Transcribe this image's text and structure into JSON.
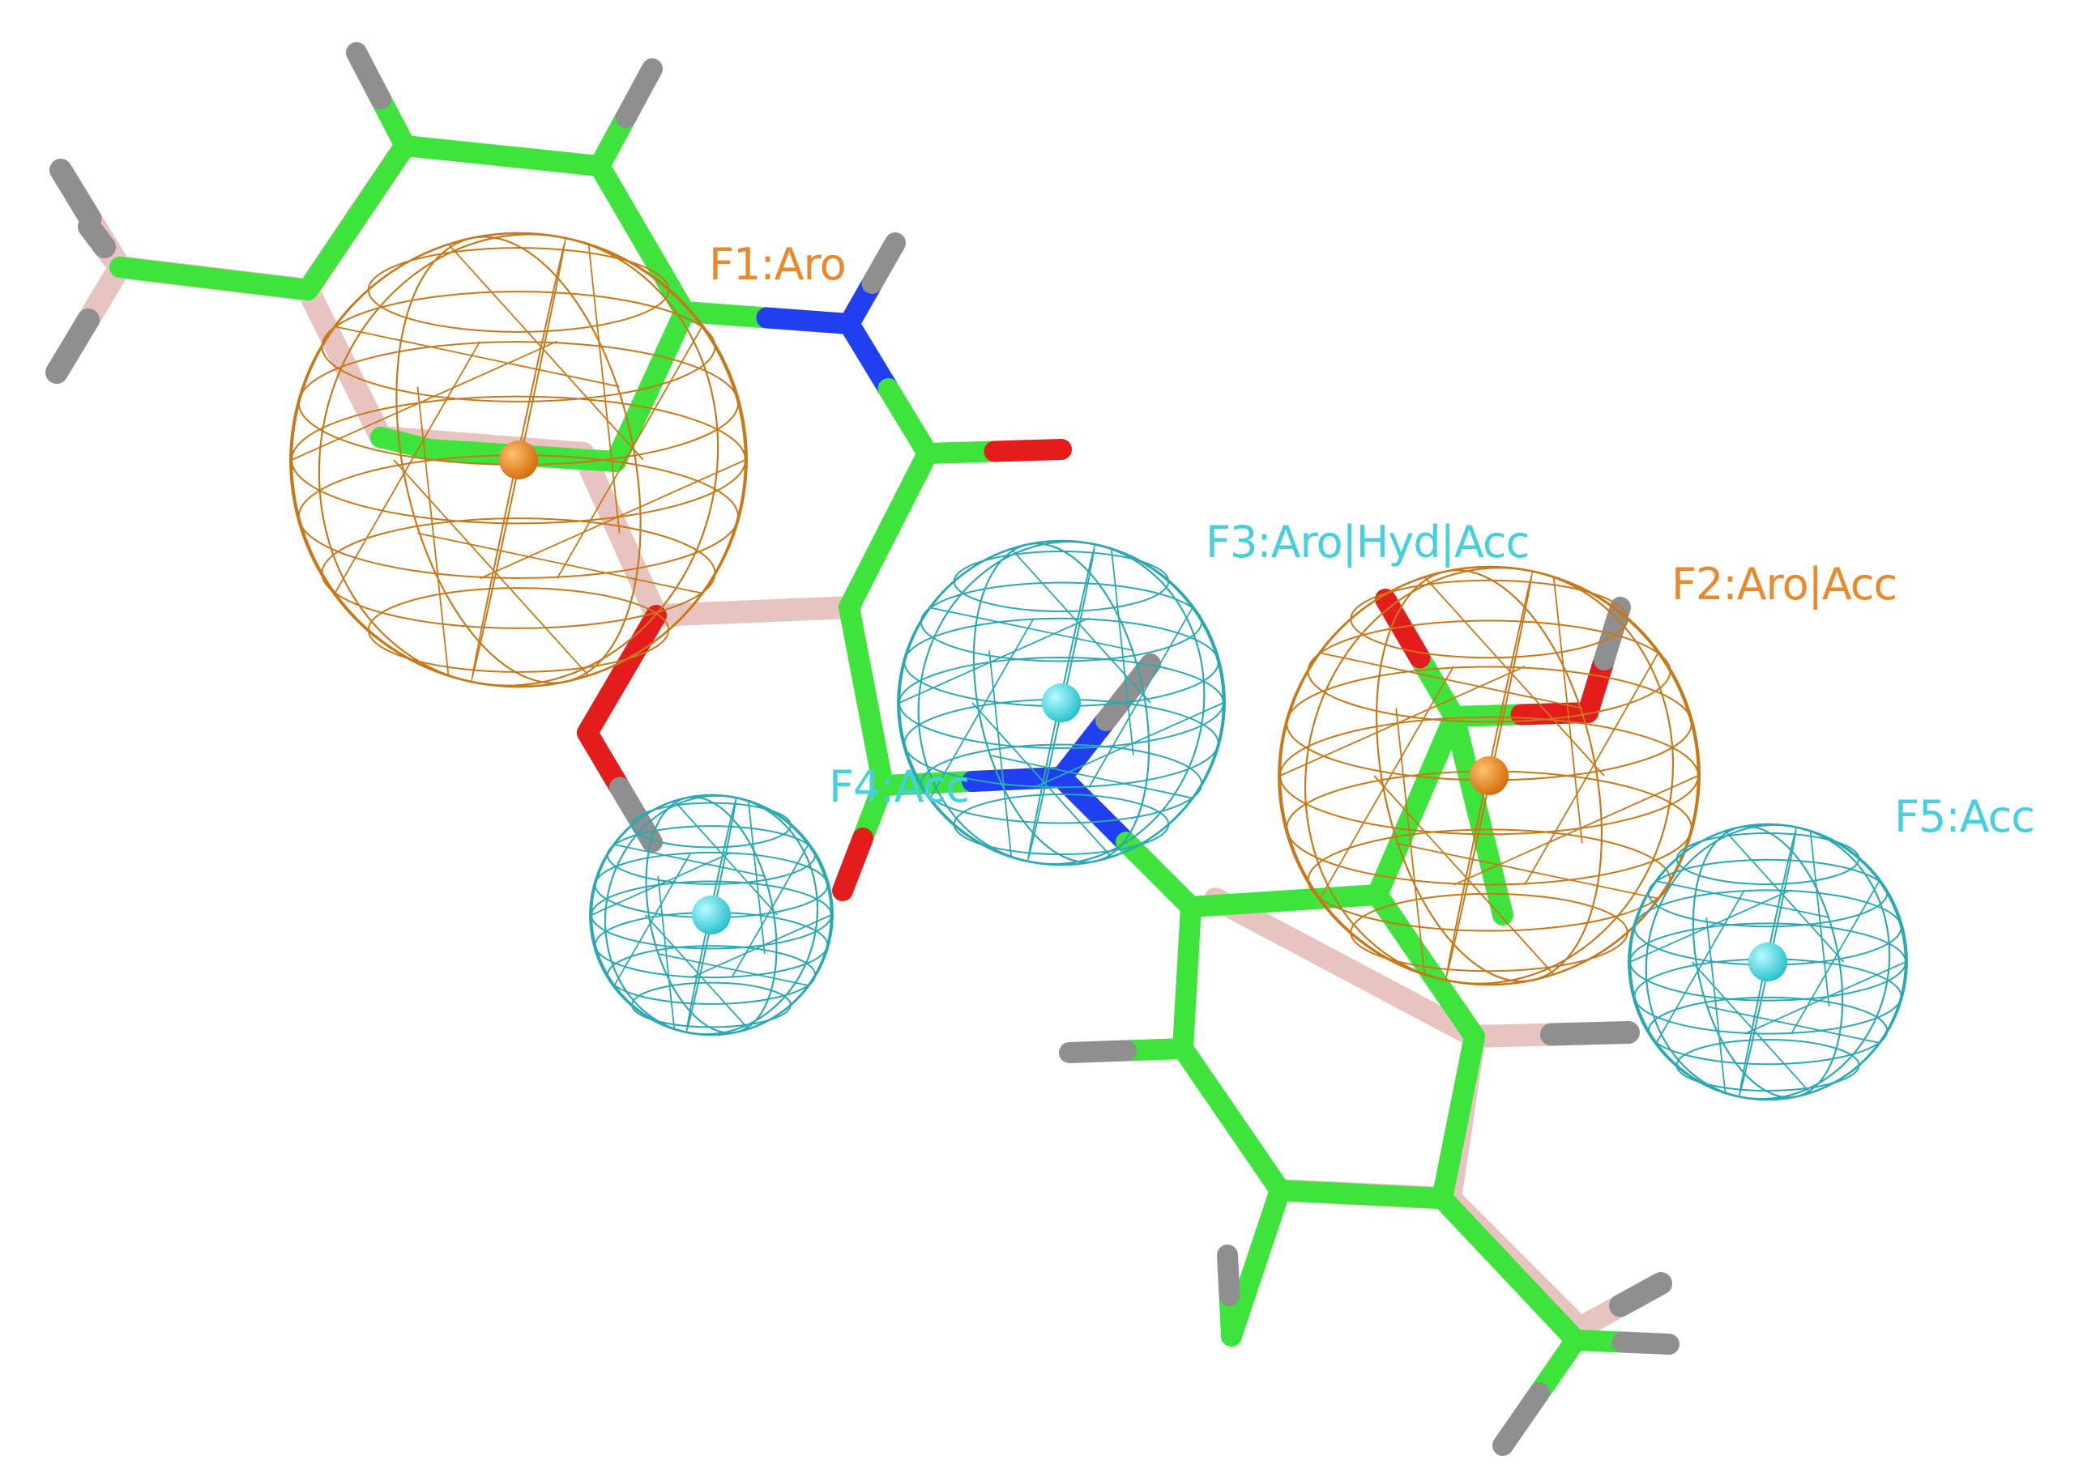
{
  "colors": {
    "background": "#ffffff",
    "carbon_green": "#3ee33c",
    "carbon_pink": "#e8c4c0",
    "nitrogen": "#1f3ff0",
    "oxygen": "#e41c1c",
    "hydrogen": "#8f8f8f",
    "aromatic_mesh": "#c87818",
    "aromatic_center": "#e8801a",
    "acceptor_mesh": "#2aa9b3",
    "acceptor_center": "#3fd4e0",
    "label_aromatic": "#e88a2c",
    "label_acceptor": "#45d0dc"
  },
  "features": [
    {
      "id": "F1",
      "label": "F1:Aro",
      "type": "aromatic"
    },
    {
      "id": "F2",
      "label": "F2:Aro|Acc",
      "type": "aromatic"
    },
    {
      "id": "F3",
      "label": "F3:Aro|Hyd|Acc",
      "type": "acceptor"
    },
    {
      "id": "F4",
      "label": "F4:Acc",
      "type": "acceptor"
    },
    {
      "id": "F5",
      "label": "F5:Acc",
      "type": "acceptor"
    }
  ]
}
